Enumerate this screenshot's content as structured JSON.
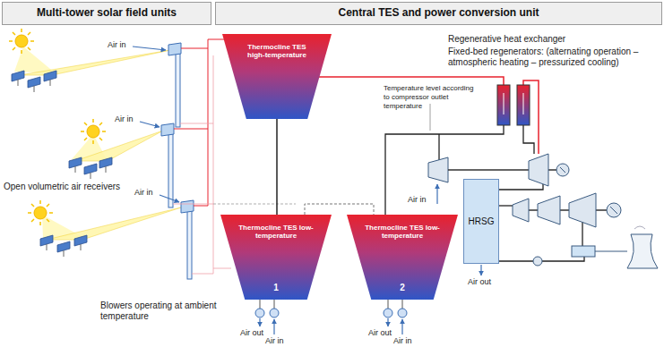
{
  "diagram": {
    "nodes": [
      {
        "text": [
          "Multi-tower solar field units"
        ]
      },
      {
        "text": [
          "Central TES and power conversion unit"
        ]
      },
      {
        "text": [
          "Thermocline TES high-temperature"
        ]
      },
      {
        "text": [
          "Thermocline TES low-temperature",
          "1"
        ]
      },
      {
        "text": [
          "Thermocline TES low-temperature",
          "2"
        ]
      },
      {
        "text": [
          "HRSG"
        ]
      }
    ],
    "edges": [
      {
        "from": 2,
        "to": 3,
        "arrow": "none"
      },
      {
        "from": 3,
        "to": 4,
        "arrow": "none"
      }
    ],
    "labels": [
      "Air in",
      "Air in",
      "Open volumetric air receivers",
      "Air in",
      "Blowers operating at ambient temperature",
      "Air out",
      "Air in",
      "Air out",
      "Air in",
      "Regenerative heat exchanger",
      "Fixed-bed regenerators: (alternating operation – atmospheric heating – pressurized cooling)",
      "Temperature level according to compressor outlet temperature",
      "Air in",
      "Air out"
    ]
  }
}
